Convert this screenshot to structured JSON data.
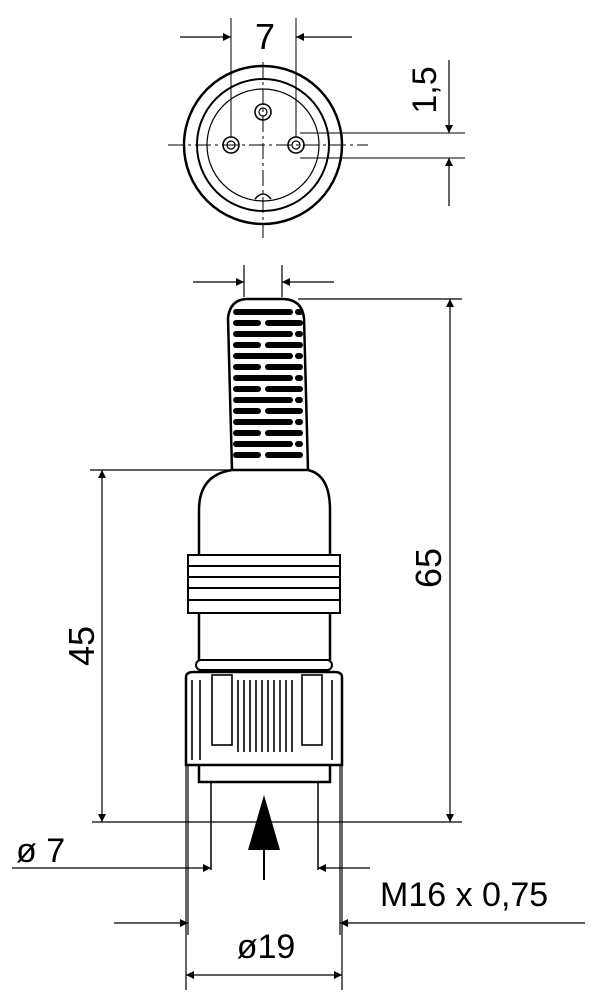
{
  "drawing": {
    "line_color": "#000000",
    "background": "#ffffff",
    "dimensions": {
      "pin_spacing": "7",
      "pin_offset": "1,5",
      "overall_length": "65",
      "body_length": "45",
      "cable_diameter": "ø 7",
      "thread": "M16 x 0,75",
      "outer_diameter": "ø19"
    }
  }
}
